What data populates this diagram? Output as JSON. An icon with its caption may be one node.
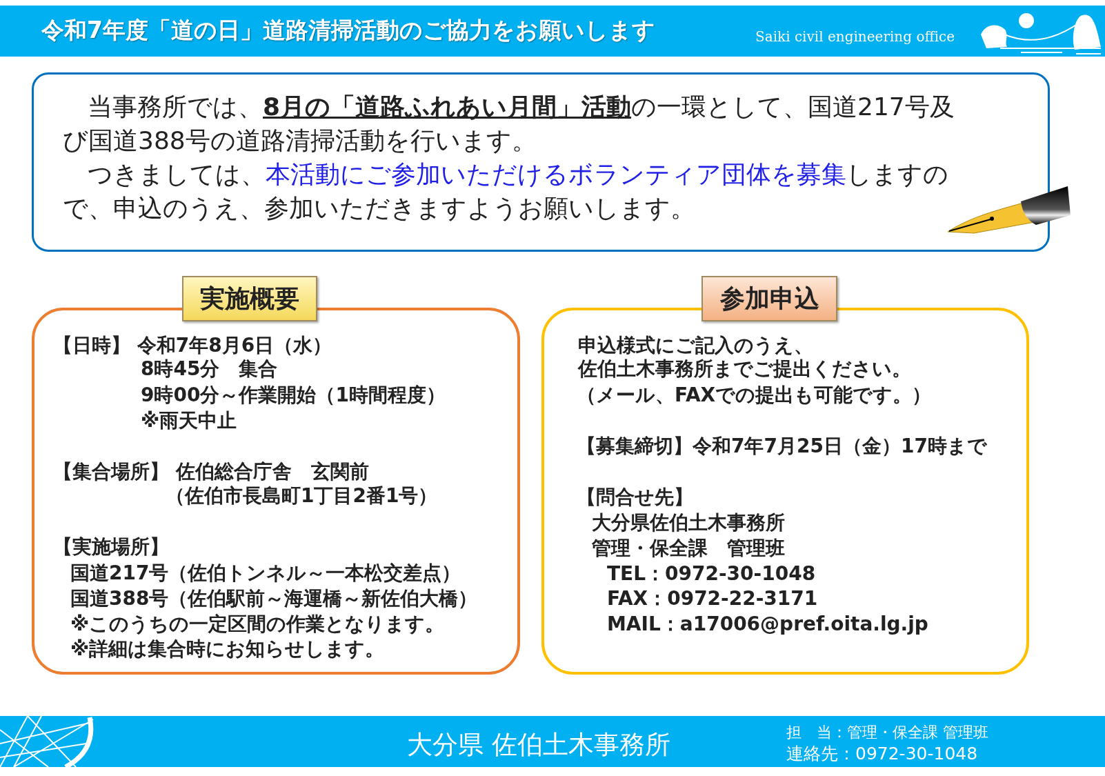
{
  "diagram": {
    "title": "令和7年度「道の日」道路清掃活動のご協力をお願いします",
    "nodes": [
      {
        "text": [
          "当事務所では、**8月の「道路ふれあい月間」活動**の一環として、国道217号及び国道388号の道路清掃活動を行います。",
          "つきましては、**本活動にご参加いただけるボランティア団体を募集**しますので、申込のうえ、参加いただきますようお願いします。"
        ]
      },
      {
        "text": [
          "実施概要",
          "【日時】 令和7年8月6日（水）",
          "8時45分　集合",
          "9時00分～作業開始（1時間程度）",
          "※雨天中止",
          "【集合場所】 佐伯総合庁舎　玄関前",
          "（佐伯市長島町1丁目2番1号）",
          "【実施場所】",
          "国道217号（佐伯トンネル～一本松交差点）",
          "国道388号（佐伯駅前～海運橋～新佐伯大橋）",
          "※このうちの一定区間の作業となります。",
          "※詳細は集合時にお知らせします。"
        ]
      },
      {
        "text": [
          "参加申込",
          "申込様式にご記入のうえ、",
          "佐伯土木事務所までご提出ください。",
          "（メール、FAXでの提出も可能です。）",
          "【募集締切】令和7年7月25日（金）17時まで",
          "【問合せ先】",
          "大分県佐伯土木事務所",
          "管理・保全課　管理班",
          "TEL：0972-30-1048",
          "FAX：0972-22-3171",
          "MAIL：a17006@pref.oita.lg.jp"
        ]
      }
    ],
    "labels": [
      "Saiki civil engineering office",
      "大分県 佐伯土木事務所",
      "担　当：管理・保全課 管理班",
      "連絡先：0972-30-1048"
    ]
  }
}
